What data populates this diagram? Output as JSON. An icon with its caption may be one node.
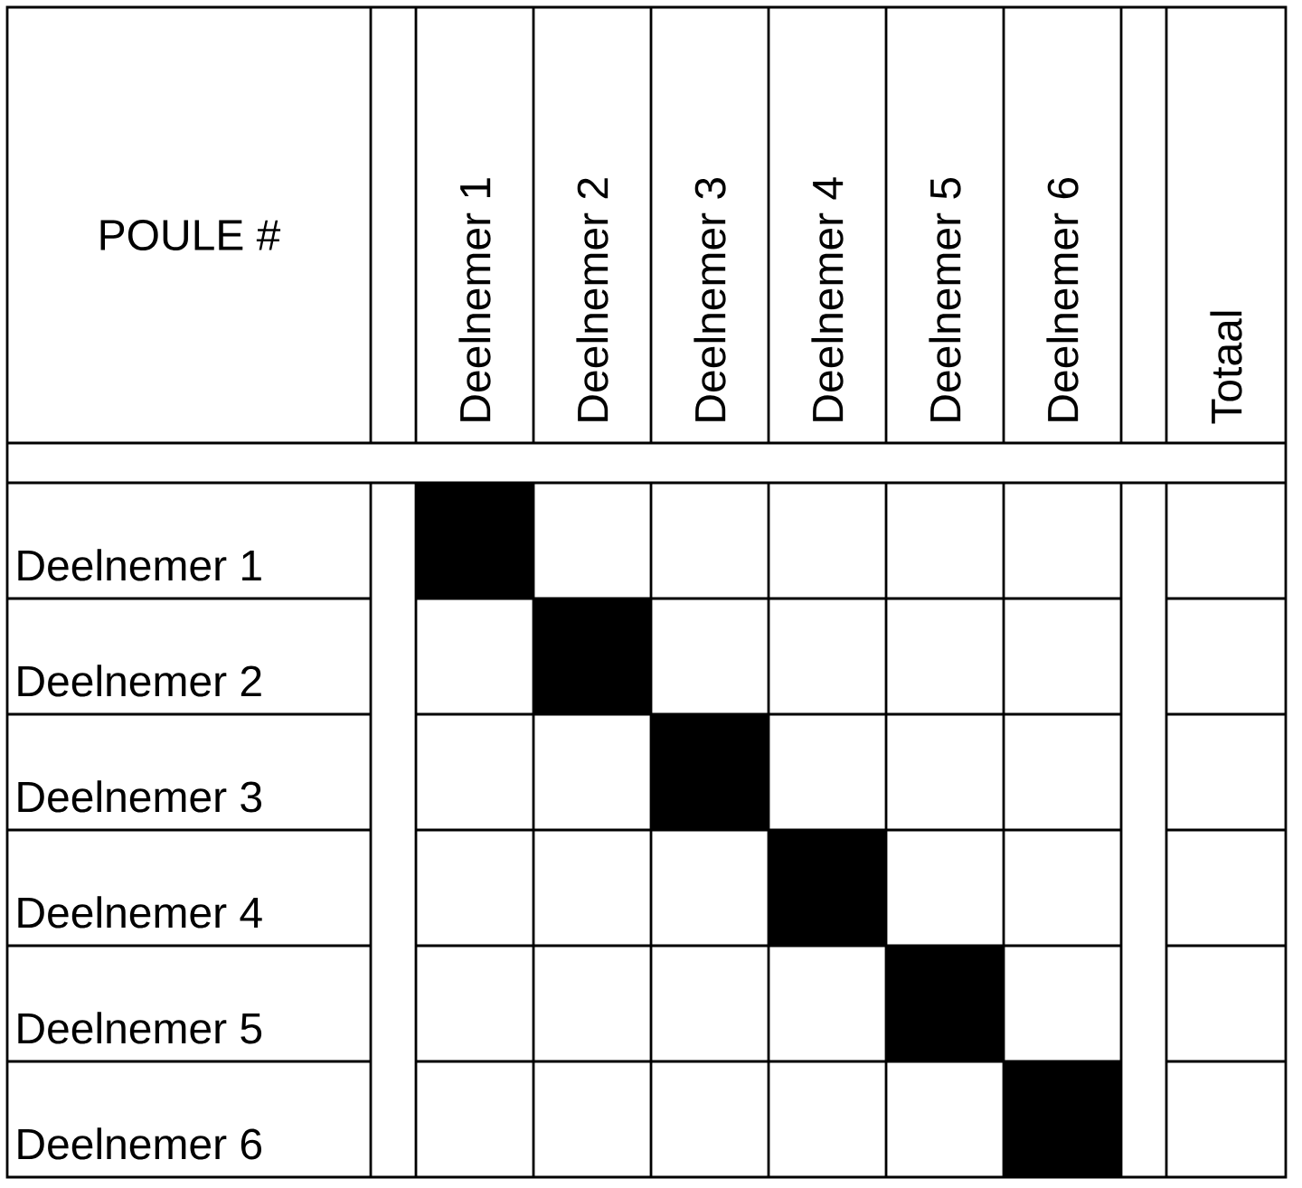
{
  "diagram": {
    "labels": [
      "POULE #",
      "Deelnemer 1",
      "Deelnemer 2",
      "Deelnemer 3",
      "Deelnemer 4",
      "Deelnemer 5",
      "Deelnemer 6",
      "Totaal",
      "Deelnemer 1",
      "Deelnemer 2",
      "Deelnemer 3",
      "Deelnemer 4",
      "Deelnemer 5",
      "Deelnemer 6"
    ]
  }
}
